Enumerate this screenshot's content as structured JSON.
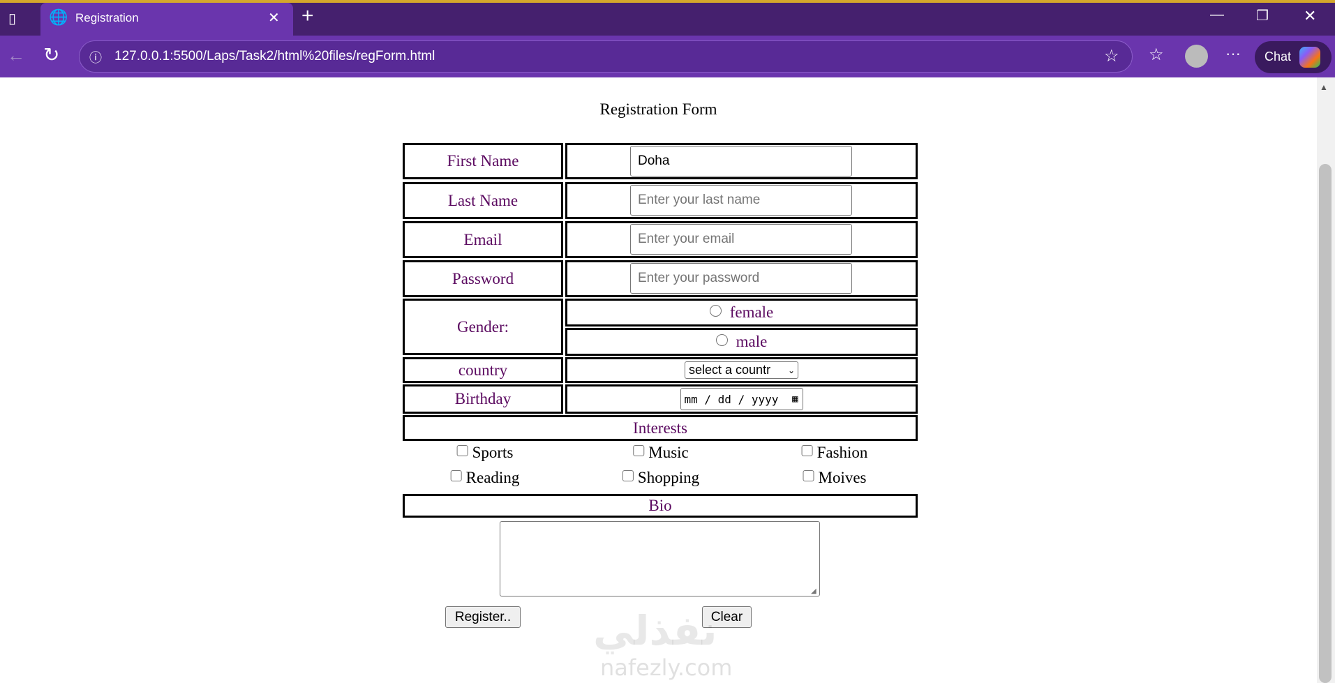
{
  "browser": {
    "tab_title": "Registration",
    "url": "127.0.0.1:5500/Laps/Task2/html%20files/regForm.html",
    "chat_label": "Chat"
  },
  "form": {
    "title": "Registration Form",
    "first_name": {
      "label": "First Name",
      "value": "Doha"
    },
    "last_name": {
      "label": "Last Name",
      "placeholder": "Enter your last name"
    },
    "email": {
      "label": "Email",
      "placeholder": "Enter your email"
    },
    "password": {
      "label": "Password",
      "placeholder": "Enter your password"
    },
    "gender": {
      "label": "Gender:",
      "options": [
        "female",
        "male"
      ]
    },
    "country": {
      "label": "country",
      "selected": "select a countr"
    },
    "birthday": {
      "label": "Birthday",
      "placeholder": "mm / dd / yyyy"
    },
    "interests": {
      "label": "Interests",
      "options": [
        "Sports",
        "Music",
        "Fashion",
        "Reading",
        "Shopping",
        "Moives"
      ]
    },
    "bio": {
      "label": "Bio",
      "value": ""
    },
    "register_label": "Register..",
    "clear_label": "Clear"
  },
  "watermark": {
    "arabic": "نفذلي",
    "latin": "nafezly.com"
  }
}
